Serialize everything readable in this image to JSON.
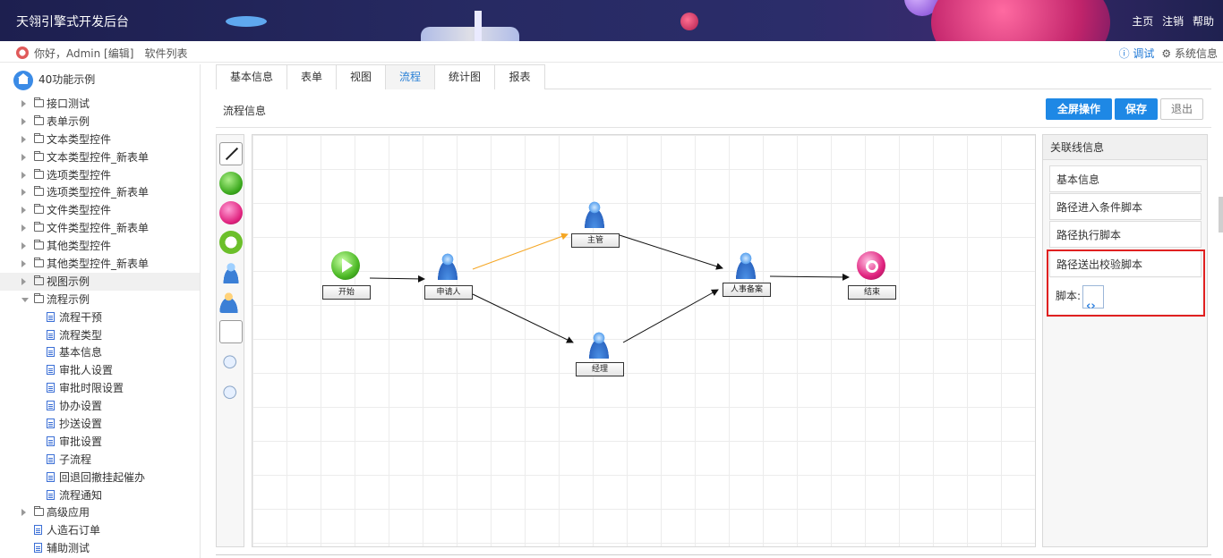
{
  "header": {
    "title": "天翎引擎式开发后台",
    "nav": [
      "主页",
      "注销",
      "帮助"
    ]
  },
  "subbar": {
    "greeting": "你好，Admin [编辑]",
    "software_list": "软件列表",
    "debug": "ⓘ 调试",
    "system_info": "⚙ 系统信息"
  },
  "sidebar": {
    "root": "40功能示例",
    "items": [
      {
        "label": "接口测试",
        "type": "folder",
        "level": 1,
        "state": "collapsed"
      },
      {
        "label": "表单示例",
        "type": "folder",
        "level": 1,
        "state": "collapsed"
      },
      {
        "label": "文本类型控件",
        "type": "folder",
        "level": 1,
        "state": "collapsed"
      },
      {
        "label": "文本类型控件_新表单",
        "type": "folder",
        "level": 1,
        "state": "collapsed"
      },
      {
        "label": "选项类型控件",
        "type": "folder",
        "level": 1,
        "state": "collapsed"
      },
      {
        "label": "选项类型控件_新表单",
        "type": "folder",
        "level": 1,
        "state": "collapsed"
      },
      {
        "label": "文件类型控件",
        "type": "folder",
        "level": 1,
        "state": "collapsed"
      },
      {
        "label": "文件类型控件_新表单",
        "type": "folder",
        "level": 1,
        "state": "collapsed"
      },
      {
        "label": "其他类型控件",
        "type": "folder",
        "level": 1,
        "state": "collapsed"
      },
      {
        "label": "其他类型控件_新表单",
        "type": "folder",
        "level": 1,
        "state": "collapsed"
      },
      {
        "label": "视图示例",
        "type": "folder",
        "level": 1,
        "state": "collapsed",
        "selected": true
      },
      {
        "label": "流程示例",
        "type": "folder",
        "level": 1,
        "state": "expanded"
      },
      {
        "label": "流程干预",
        "type": "doc",
        "level": 2
      },
      {
        "label": "流程类型",
        "type": "doc",
        "level": 2
      },
      {
        "label": "基本信息",
        "type": "doc",
        "level": 2
      },
      {
        "label": "审批人设置",
        "type": "doc",
        "level": 2
      },
      {
        "label": "审批时限设置",
        "type": "doc",
        "level": 2
      },
      {
        "label": "协办设置",
        "type": "doc",
        "level": 2
      },
      {
        "label": "抄送设置",
        "type": "doc",
        "level": 2
      },
      {
        "label": "审批设置",
        "type": "doc",
        "level": 2
      },
      {
        "label": "子流程",
        "type": "doc",
        "level": 2
      },
      {
        "label": "回退回撤挂起催办",
        "type": "doc",
        "level": 2
      },
      {
        "label": "流程通知",
        "type": "doc",
        "level": 2
      },
      {
        "label": "高级应用",
        "type": "folder",
        "level": 1,
        "state": "collapsed"
      },
      {
        "label": "人造石订单",
        "type": "doc",
        "level": 1
      },
      {
        "label": "辅助测试",
        "type": "doc",
        "level": 1
      }
    ]
  },
  "tabs": [
    {
      "label": "基本信息",
      "active": false
    },
    {
      "label": "表单",
      "active": false
    },
    {
      "label": "视图",
      "active": false
    },
    {
      "label": "流程",
      "active": true
    },
    {
      "label": "统计图",
      "active": false
    },
    {
      "label": "报表",
      "active": false
    }
  ],
  "section_title": "流程信息",
  "buttons": {
    "fullscreen": "全屏操作",
    "save": "保存",
    "exit": "退出"
  },
  "flow": {
    "nodes": {
      "start": "开始",
      "applicant": "申请人",
      "supervisor": "主管",
      "manager": "经理",
      "hr": "人事备案",
      "end": "结束"
    },
    "colors": {
      "edge": "#111111",
      "selected_edge": "#f5a623"
    }
  },
  "panel": {
    "title": "关联线信息",
    "rows": [
      "基本信息",
      "路径进入条件脚本",
      "路径执行脚本",
      "路径送出校验脚本"
    ],
    "script_label": "脚本:",
    "highlight_color": "#e02020"
  }
}
